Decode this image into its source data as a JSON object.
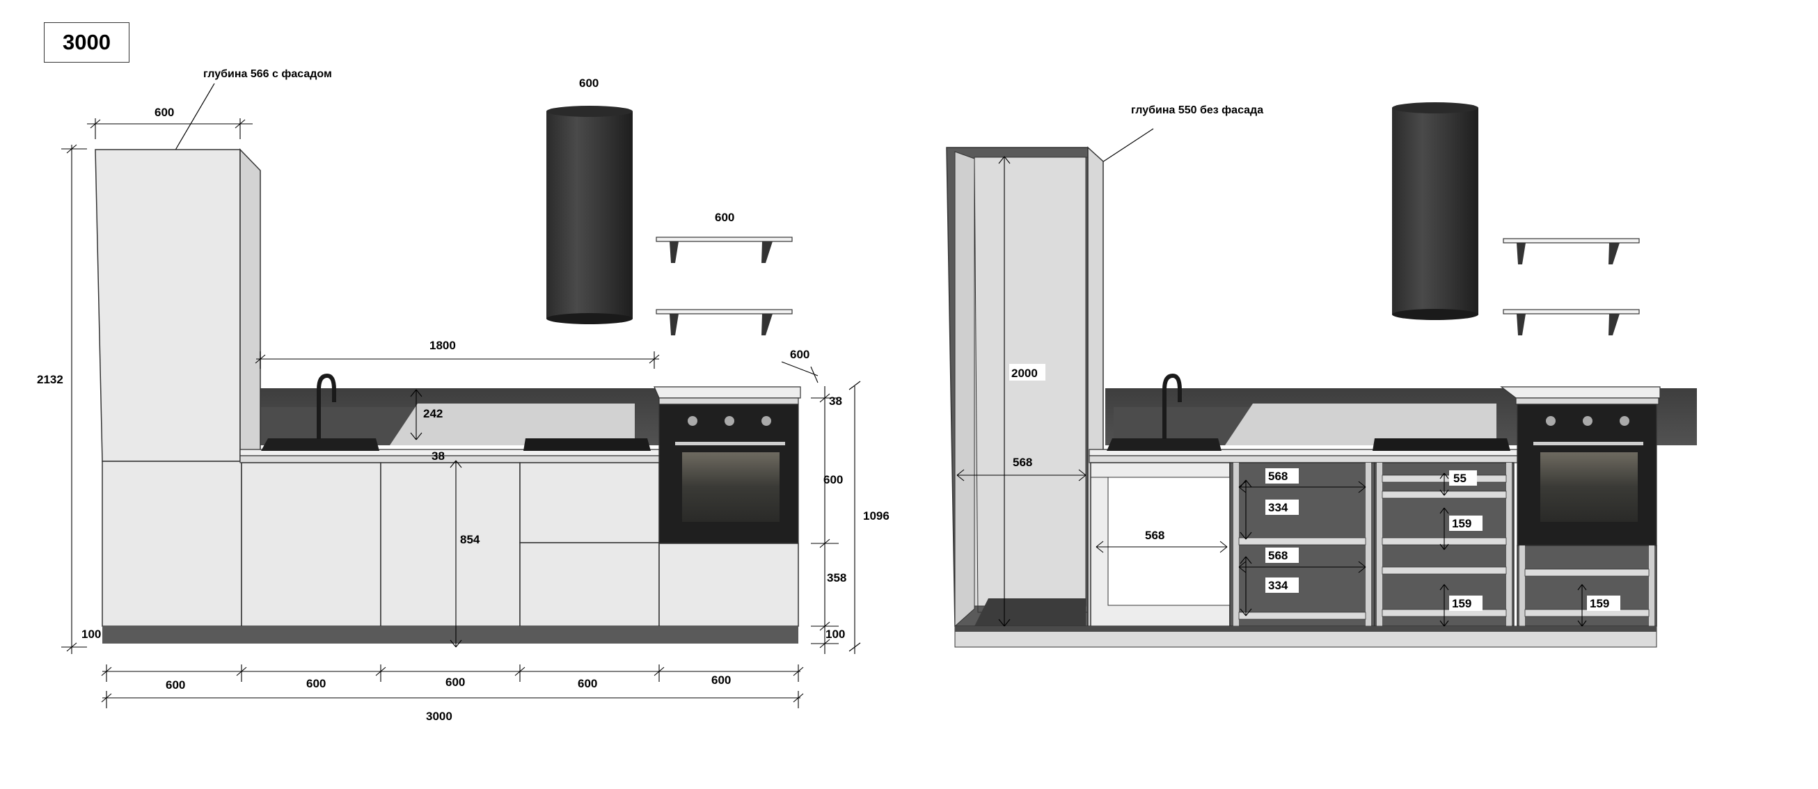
{
  "title": "3000",
  "left_view": {
    "depth_note": "глубина 566 с фасадом",
    "dims": {
      "tall_width": "600",
      "hood_width": "600",
      "shelf_width": "600",
      "top_span": "1800",
      "oven_depth": "600",
      "total_height": "2132",
      "backsplash": "242",
      "countertop": "38",
      "base_height": "854",
      "plinth_left": "100",
      "right_countertop": "38",
      "oven_height": "600",
      "lower_box": "358",
      "plinth_right": "100",
      "right_total": "1096",
      "bottom_widths": [
        "600",
        "600",
        "600",
        "600",
        "600"
      ],
      "overall_width": "3000"
    }
  },
  "right_view": {
    "depth_note": "глубина 550 без фасада",
    "dims": {
      "tall_inner_height": "2000",
      "tall_inner_width": "568",
      "sink_inner_width": "568",
      "drawer_width_top": "568",
      "drawer_height_top": "334",
      "drawer_width_bottom": "568",
      "drawer_height_bottom": "334",
      "shelf_55": "55",
      "shelf_159_a": "159",
      "shelf_159_b": "159",
      "oven_plinth_159": "159"
    }
  }
}
